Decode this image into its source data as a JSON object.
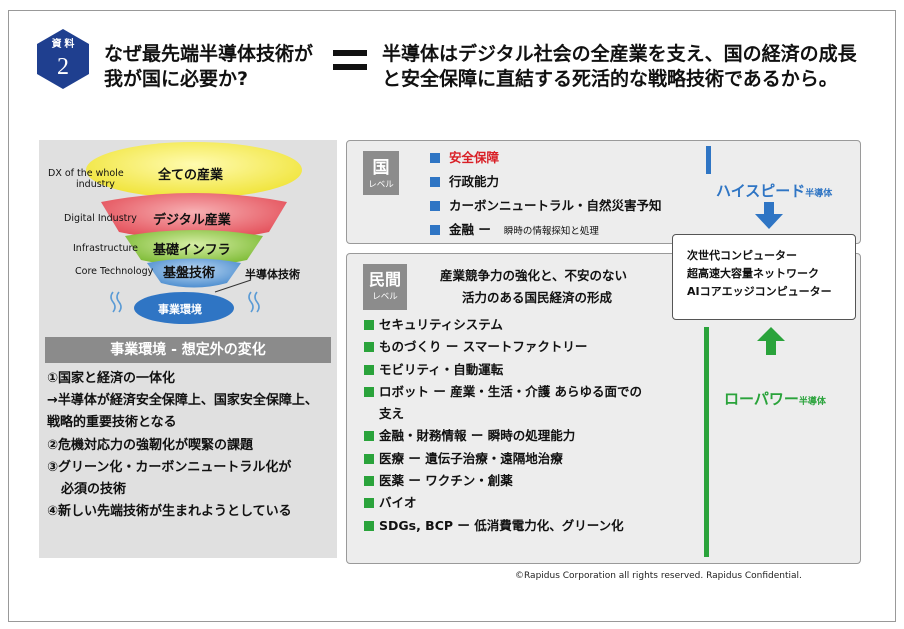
{
  "header": {
    "badge_top": "資 料",
    "badge_num": "2",
    "question_line1": "なぜ最先端半導体技術が",
    "question_line2": "我が国に必要か?",
    "answer_line1": "半導体はデジタル社会の全産業を支え、国の経済の成長",
    "answer_line2": "と安全保障に直結する死活的な戦略技術であるから。"
  },
  "funnel": {
    "layer1_en_line1": "DX of the whole",
    "layer1_en_line2": "industry",
    "layer1_jp": "全ての産業",
    "layer2_en": "Digital Industry",
    "layer2_jp": "デジタル産業",
    "layer3_en": "Infrastructure",
    "layer3_jp": "基礎インフラ",
    "layer4_en": "Core Technology",
    "layer4_jp": "基盤技術",
    "pointer_label": "半導体技術",
    "base_label": "事業環境",
    "colors": {
      "layer1": "#f4ef3c",
      "layer2": "#e8505b",
      "layer3": "#8cc63f",
      "layer4": "#5b9bd5",
      "base": "#2f75c4",
      "accent_blue": "#2f75c4",
      "accent_green": "#2aa33b",
      "accent_red": "#d91f26"
    }
  },
  "env_section": {
    "title": "事業環境 - 想定外の変化",
    "items": [
      "①国家と経済の一体化",
      "→半導体が経済安全保障上、国家安全保障上、",
      "戦略的重要技術となる",
      "②危機対応力の強靭化が喫緊の課題",
      "③グリーン化・カーボンニュートラル化が",
      "必須の技術",
      "④新しい先端技術が生まれようとしている"
    ]
  },
  "country": {
    "level_label": "国",
    "level_sub": "レベル",
    "items": [
      {
        "text": "安全保障",
        "detail": ""
      },
      {
        "text": "行政能力",
        "detail": ""
      },
      {
        "text": "カーボンニュートラル・自然災害予知",
        "detail": ""
      },
      {
        "text": "金融 ー",
        "detail": "瞬時の情報探知と処理"
      }
    ]
  },
  "private": {
    "level_label": "民間",
    "level_sub": "レベル",
    "desc_line1": "産業競争力の強化と、不安のない",
    "desc_line2": "活力のある国民経済の形成",
    "items": [
      "セキュリティシステム",
      "ものづくり ー スマートファクトリー",
      "モビリティ・自動運転",
      "ロボット ー 産業・生活・介護 あらゆる面での",
      "支え",
      "金融・財務情報 ー 瞬時の処理能力",
      "医療 ー 遺伝子治療・遠隔地治療",
      "医薬 ー ワクチン・創薬",
      "バイオ",
      "SDGs, BCP ー 低消費電力化、グリーン化"
    ]
  },
  "flow": {
    "high_speed": "ハイスピード",
    "high_speed_sub": "半導体",
    "low_power": "ローパワー",
    "low_power_sub": "半導体",
    "computers": [
      "次世代コンピューター",
      "超高速大容量ネットワーク",
      "AIコアエッジコンピューター"
    ]
  },
  "footer": {
    "copyright": "©Rapidus Corporation all rights reserved. Rapidus Confidential."
  }
}
